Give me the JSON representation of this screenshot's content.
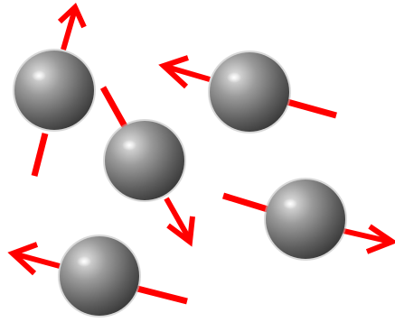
{
  "colors": {
    "background": "#ffffff",
    "arrow": "#ff0000",
    "ball_light": "#d7d7d7",
    "ball_mid": "#8a8a8a",
    "ball_dark": "#4a4a4a",
    "ball_edge": "#3a3a3a",
    "highlight": "#ffffff",
    "shadow": "#b8b8b8"
  },
  "icons": {
    "particle": "gray-sphere-icon",
    "velocity": "red-arrow-icon"
  },
  "particles": [
    {
      "id": "particle-1"
    },
    {
      "id": "particle-2"
    },
    {
      "id": "particle-3"
    },
    {
      "id": "particle-4"
    },
    {
      "id": "particle-5"
    }
  ]
}
